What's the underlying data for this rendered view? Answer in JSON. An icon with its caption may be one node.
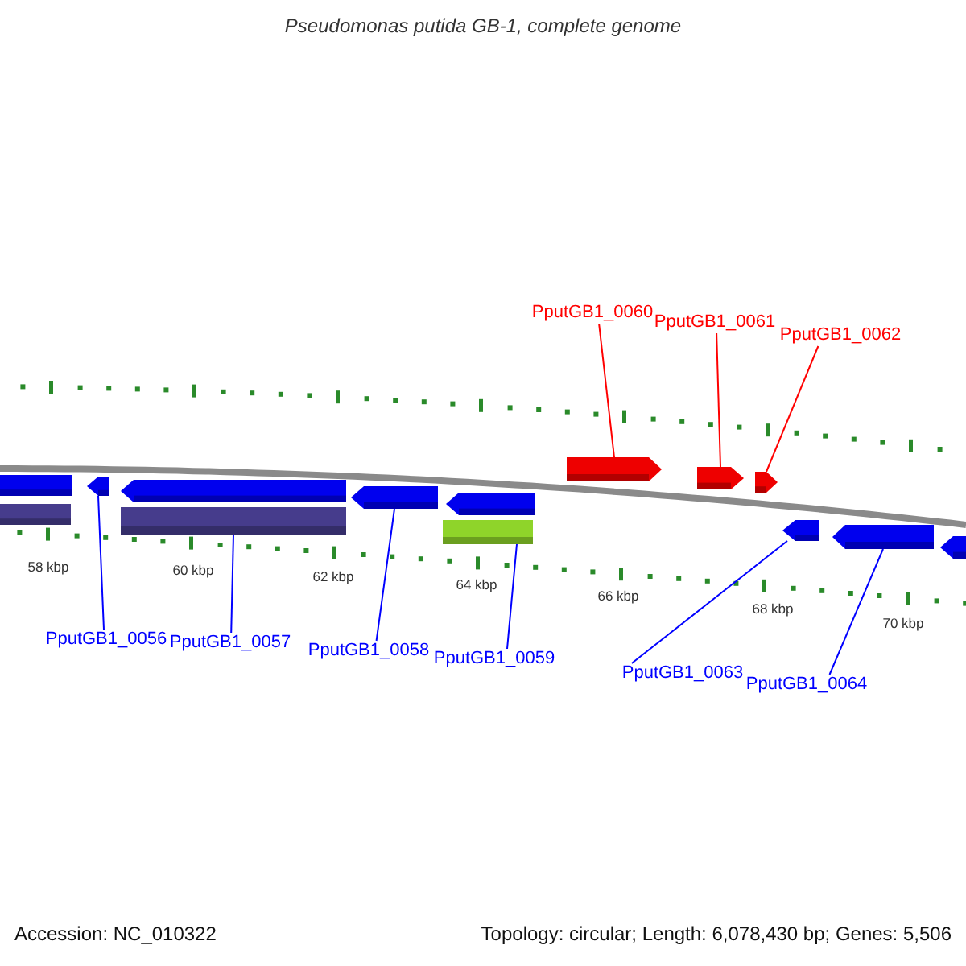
{
  "diagram": {
    "title": "Pseudomonas putida GB-1, complete genome",
    "nodes": [
      {
        "text": [
          "PputGB1_0060"
        ]
      },
      {
        "text": [
          "PputGB1_0061"
        ]
      },
      {
        "text": [
          "PputGB1_0062"
        ]
      },
      {
        "text": [
          "PputGB1_0056"
        ]
      },
      {
        "text": [
          "PputGB1_0057"
        ]
      },
      {
        "text": [
          "PputGB1_0058"
        ]
      },
      {
        "text": [
          "PputGB1_0059"
        ]
      },
      {
        "text": [
          "PputGB1_0063"
        ]
      },
      {
        "text": [
          "PputGB1_0064"
        ]
      },
      {
        "text": [],
        "shape": "arrow"
      },
      {
        "text": [],
        "shape": "arrow"
      },
      {
        "text": [],
        "shape": "arrow"
      },
      {
        "text": [],
        "shape": "arrow"
      },
      {
        "text": [],
        "shape": "arrow"
      },
      {
        "text": [],
        "shape": "arrow"
      },
      {
        "text": [],
        "shape": "arrow"
      },
      {
        "text": [],
        "shape": "arrow"
      },
      {
        "text": [],
        "shape": "arrow"
      },
      {
        "text": [],
        "shape": "arrow"
      },
      {
        "text": [],
        "shape": "arrow"
      },
      {
        "text": [],
        "shape": "bar"
      },
      {
        "text": [],
        "shape": "bar"
      },
      {
        "text": [],
        "shape": "bar"
      }
    ],
    "edges": [
      {
        "from": 0,
        "to": 14,
        "arrow": "none",
        "color": "#ff0000"
      },
      {
        "from": 1,
        "to": 15,
        "arrow": "none",
        "color": "#ff0000"
      },
      {
        "from": 2,
        "to": 16,
        "arrow": "none",
        "color": "#ff0000"
      },
      {
        "from": 3,
        "to": 10,
        "arrow": "none"
      },
      {
        "from": 4,
        "to": 21,
        "arrow": "none"
      },
      {
        "from": 5,
        "to": 12,
        "arrow": "none"
      },
      {
        "from": 6,
        "to": 22,
        "arrow": "none"
      },
      {
        "from": 7,
        "to": 17,
        "arrow": "none"
      },
      {
        "from": 8,
        "to": 18,
        "arrow": "none"
      }
    ],
    "labels": [
      "58 kbp",
      "60 kbp",
      "62 kbp",
      "64 kbp",
      "66 kbp",
      "68 kbp",
      "70 kbp",
      "Accession: NC_010322",
      "Topology: circular; Length: 6,078,430 bp; Genes: 5,506"
    ]
  }
}
